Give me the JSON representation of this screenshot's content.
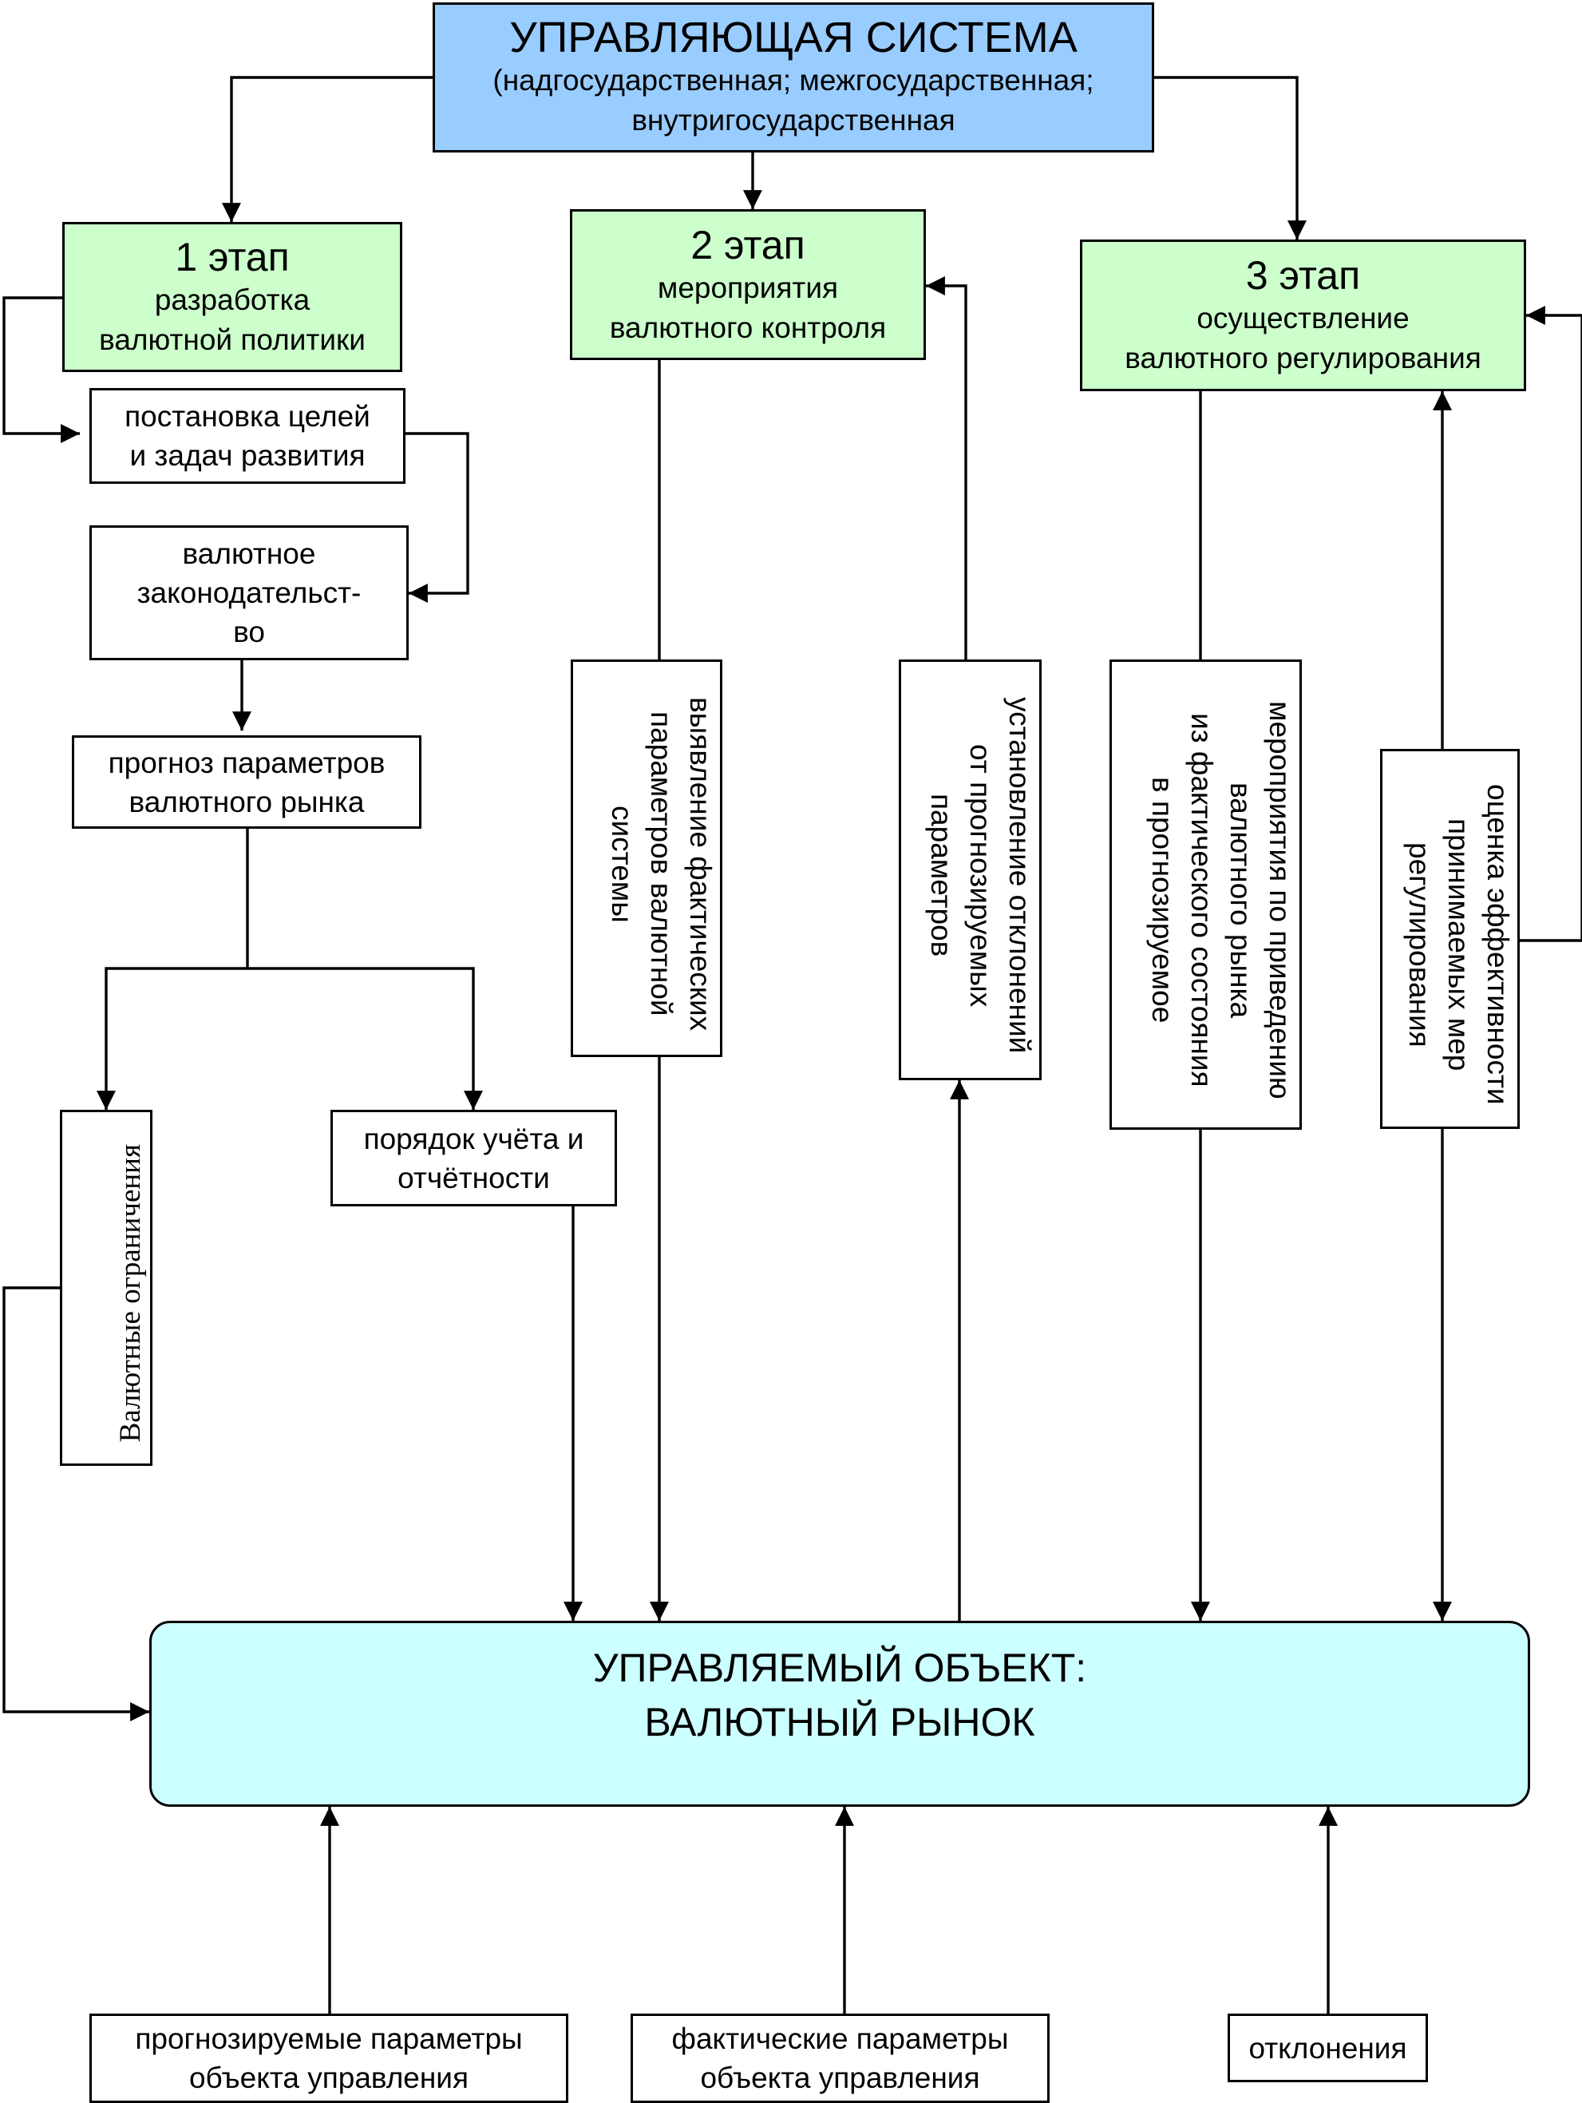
{
  "control_system": {
    "title": "УПРАВЛЯЮЩАЯ СИСТЕМА",
    "line1": "(надгосударственная; межгосударственная;",
    "line2": "внутригосударственная"
  },
  "stages": [
    {
      "title": "1 этап",
      "line1": "разработка",
      "line2": "валютной политики"
    },
    {
      "title": "2 этап",
      "line1": "мероприятия",
      "line2": "валютного контроля"
    },
    {
      "title": "3 этап",
      "line1": "осуществление",
      "line2": "валютного регулирования"
    }
  ],
  "stage1_steps": {
    "goals": {
      "line1": "постановка целей",
      "line2": "и задач развития"
    },
    "law": {
      "line1": "валютное",
      "line2": "законодательст-",
      "line3": "во"
    },
    "forecast": {
      "line1": "прогноз параметров",
      "line2": "валютного рынка"
    },
    "restrictions": {
      "line1": "Валютные ограничения"
    },
    "accounting": {
      "line1": "порядок учёта и",
      "line2": "отчётности"
    }
  },
  "stage2_steps": {
    "actual": {
      "line1": "выявление фактических",
      "line2": "параметров валютной",
      "line3": "системы"
    },
    "deviation": {
      "line1": "установление отклонений",
      "line2": "от прогнозируемых",
      "line3": "параметров"
    }
  },
  "stage3_steps": {
    "measures": {
      "line1": "мероприятия по приведению",
      "line2": "валютного рынка",
      "line3": "из фактического состояния",
      "line4": "в прогнозируемое"
    },
    "evaluation": {
      "line1": "оценка эффективности",
      "line2": "принимаемых мер",
      "line3": "регулирования"
    }
  },
  "managed_object": {
    "line1": "УПРАВЛЯЕМЫЙ ОБЪЕКТ:",
    "line2": "ВАЛЮТНЫЙ РЫНОК"
  },
  "inputs": [
    {
      "line1": "прогнозируемые параметры",
      "line2": "объекта управления"
    },
    {
      "line1": "фактические параметры",
      "line2": "объекта управления"
    },
    {
      "line1": "отклонения"
    }
  ],
  "colors": {
    "control_system": "#99ccff",
    "stage": "#ccffcc",
    "managed_object": "#ccffff"
  }
}
